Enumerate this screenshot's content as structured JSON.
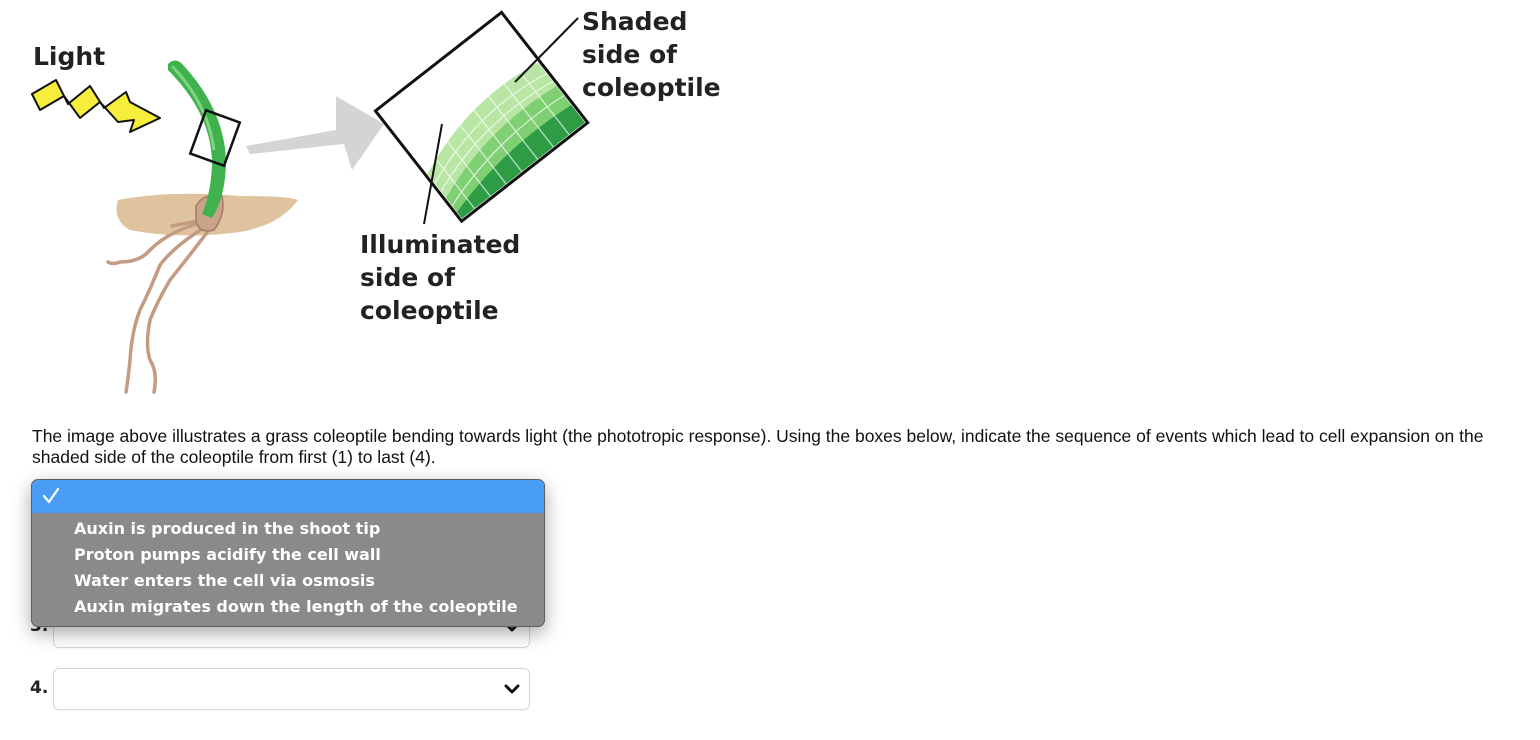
{
  "illustration": {
    "light_label": "Light",
    "illuminated_label": "Illuminated\nside of\ncoleoptile",
    "shaded_label": "Shaded\nside of\ncoleoptile",
    "colors": {
      "light_bolt": "#f6ee3a",
      "coleoptile_green": "#3fb24e",
      "cell_light_green": "#b9e6a4",
      "cell_dark_green": "#2e9c45",
      "soil": "#d9b98e",
      "root": "#c49a82",
      "arrow": "#d3d4d6"
    }
  },
  "question": {
    "text": "The image above illustrates a grass coleoptile bending towards light (the phototropic response). Using the boxes below, indicate the sequence of events which lead to cell expansion on the shaded side of the coleoptile from first (1) to last (4)."
  },
  "answer_rows": [
    {
      "number": "3.",
      "value": ""
    },
    {
      "number": "4.",
      "value": ""
    }
  ],
  "dropdown": {
    "selected_label": "",
    "options": [
      "Auxin is produced in the shoot tip",
      "Proton pumps acidify the cell wall",
      "Water enters the cell via osmosis",
      "Auxin migrates down the length of the coleoptile"
    ],
    "highlight_color": "#4a9df5",
    "background_color": "#8a8a8a"
  }
}
